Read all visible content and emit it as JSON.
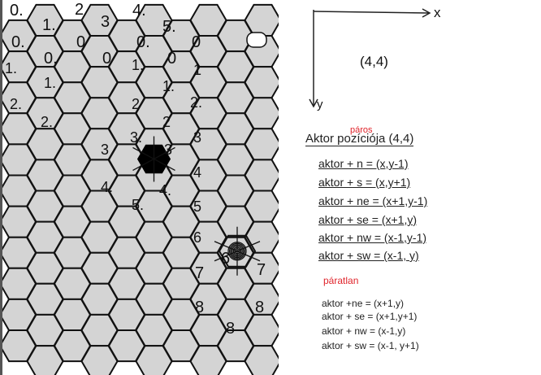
{
  "top_numbers": [
    "0.",
    "1.",
    "2",
    "3",
    "4.",
    "5."
  ],
  "axis": {
    "x_label": "x",
    "y_label": "y",
    "center_label": "(4,4)"
  },
  "even_block": {
    "tag": "páros",
    "heading": "Aktor pozíciója (4,4)",
    "equations": [
      "aktor + n = (x,y-1)",
      "aktor + s = (x,y+1)",
      "aktor + ne = (x+1,y-1)",
      "aktor + se = (x+1,y)",
      "aktor + nw = (x-1,y-1)",
      "aktor + sw = (x-1, y)"
    ]
  },
  "odd_block": {
    "tag": "páratlan",
    "equations": [
      "aktor +ne = (x+1,y)",
      "aktor + se = (x+1,y+1)",
      "aktor + nw = (x-1,y)",
      "aktor + sw = (x-1, y+1)"
    ]
  },
  "hex_labels": {
    "row_zero": [
      "0.",
      "0.",
      "0",
      "0",
      "0.",
      "0",
      "0"
    ],
    "col1": [
      "1.",
      "1.",
      "1."
    ],
    "col2": [
      "2.",
      "2.",
      "2",
      "2",
      "2."
    ],
    "neighbors_even": [
      "3.",
      "3",
      "3",
      "4.",
      "4.",
      "5."
    ],
    "col4": [
      "3",
      "4",
      "5",
      "6"
    ],
    "neighbors_odd": [
      "6",
      "7",
      "7",
      "8",
      "8",
      "8"
    ]
  },
  "colors": {
    "hex_fill": "#d4d4d4",
    "hex_stroke": "#111111",
    "actor": "#000000",
    "accent_red": "#e0242b"
  }
}
